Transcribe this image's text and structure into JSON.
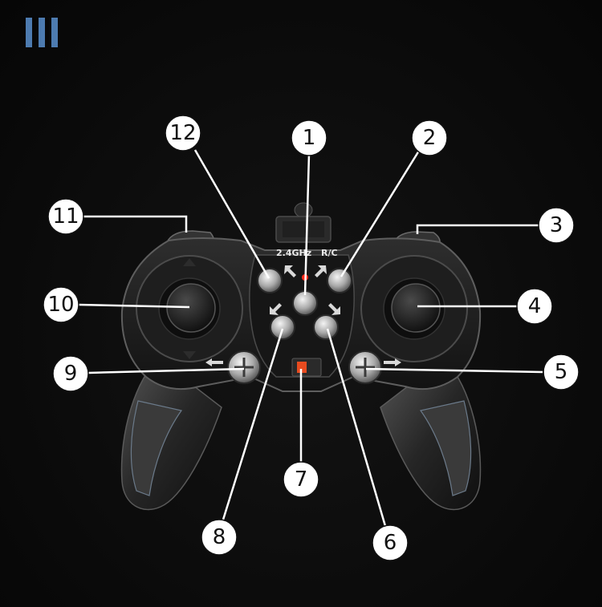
{
  "menu_icon": "menu-bars-icon",
  "colors": {
    "menu": "#4d7bb0",
    "background": "#0b0b0b",
    "callout_fill": "#ffffff",
    "led": "#ff2a1a",
    "switch": "#e84b1f"
  },
  "controller": {
    "band_label": "2.4GHz",
    "rc_label": "R/C"
  },
  "callouts": [
    {
      "id": "1",
      "label": "1"
    },
    {
      "id": "2",
      "label": "2"
    },
    {
      "id": "3",
      "label": "3"
    },
    {
      "id": "4",
      "label": "4"
    },
    {
      "id": "5",
      "label": "5"
    },
    {
      "id": "6",
      "label": "6"
    },
    {
      "id": "7",
      "label": "7"
    },
    {
      "id": "8",
      "label": "8"
    },
    {
      "id": "9",
      "label": "9"
    },
    {
      "id": "10",
      "label": "10"
    },
    {
      "id": "11",
      "label": "11"
    },
    {
      "id": "12",
      "label": "12"
    }
  ]
}
